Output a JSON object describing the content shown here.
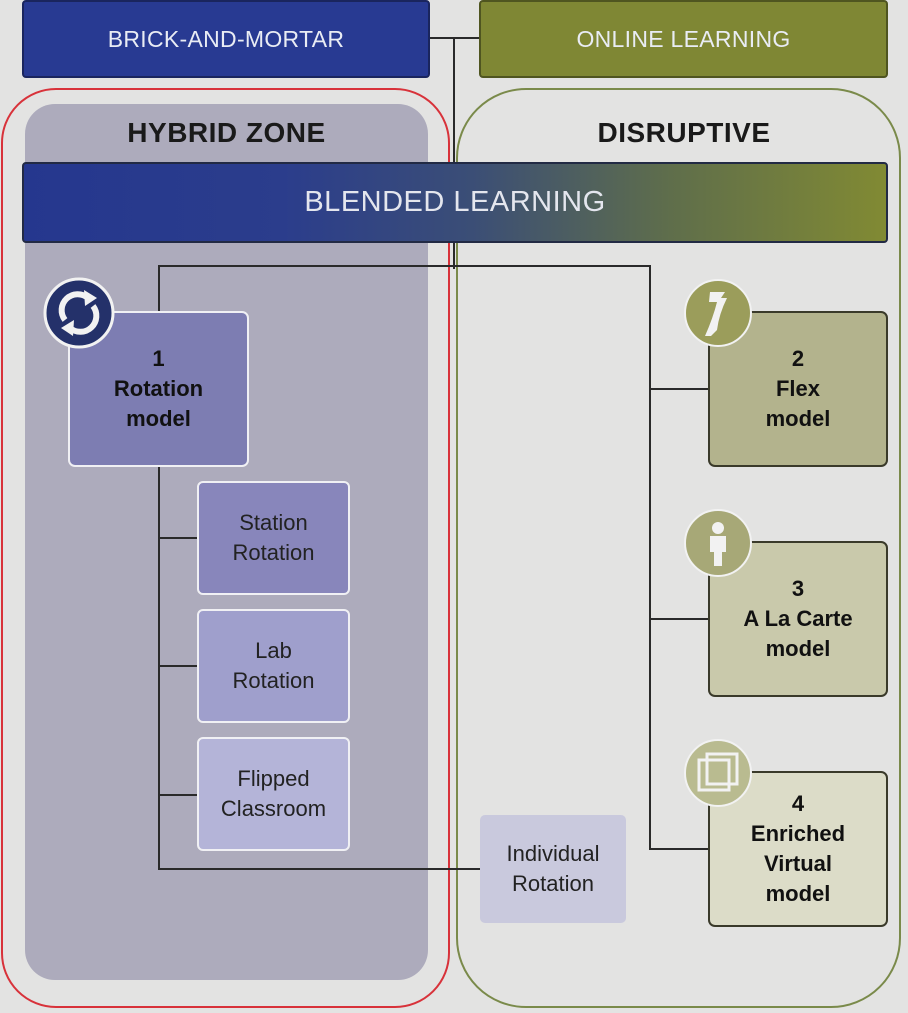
{
  "header": {
    "brick_and_mortar": "BRICK-AND-MORTAR",
    "online_learning": "ONLINE LEARNING"
  },
  "zones": {
    "hybrid": "HYBRID ZONE",
    "disruptive": "DISRUPTIVE"
  },
  "banner": "BLENDED LEARNING",
  "models": {
    "rotation": {
      "number": "1",
      "line1": "Rotation",
      "line2": "model",
      "icon": "rotation-arrows-icon"
    },
    "flex": {
      "number": "2",
      "line1": "Flex",
      "line2": "model",
      "icon": "flex-path-icon"
    },
    "a_la_carte": {
      "number": "3",
      "line1": "A La Carte",
      "line2": "model",
      "icon": "person-icon"
    },
    "enriched_virtual": {
      "number": "4",
      "line1": "Enriched",
      "line2": "Virtual",
      "line3": "model",
      "icon": "stacked-squares-icon"
    }
  },
  "rotation_types": {
    "station": {
      "line1": "Station",
      "line2": "Rotation"
    },
    "lab": {
      "line1": "Lab",
      "line2": "Rotation"
    },
    "flipped": {
      "line1": "Flipped",
      "line2": "Classroom"
    },
    "individual": {
      "line1": "Individual",
      "line2": "Rotation"
    }
  },
  "colors": {
    "brick_blue": "#26388f",
    "online_olive": "#7d8432",
    "hybrid_zone": "#aeacbd",
    "highlight_red": "#d8323a",
    "disruptive_outline": "#7a8a4a"
  }
}
